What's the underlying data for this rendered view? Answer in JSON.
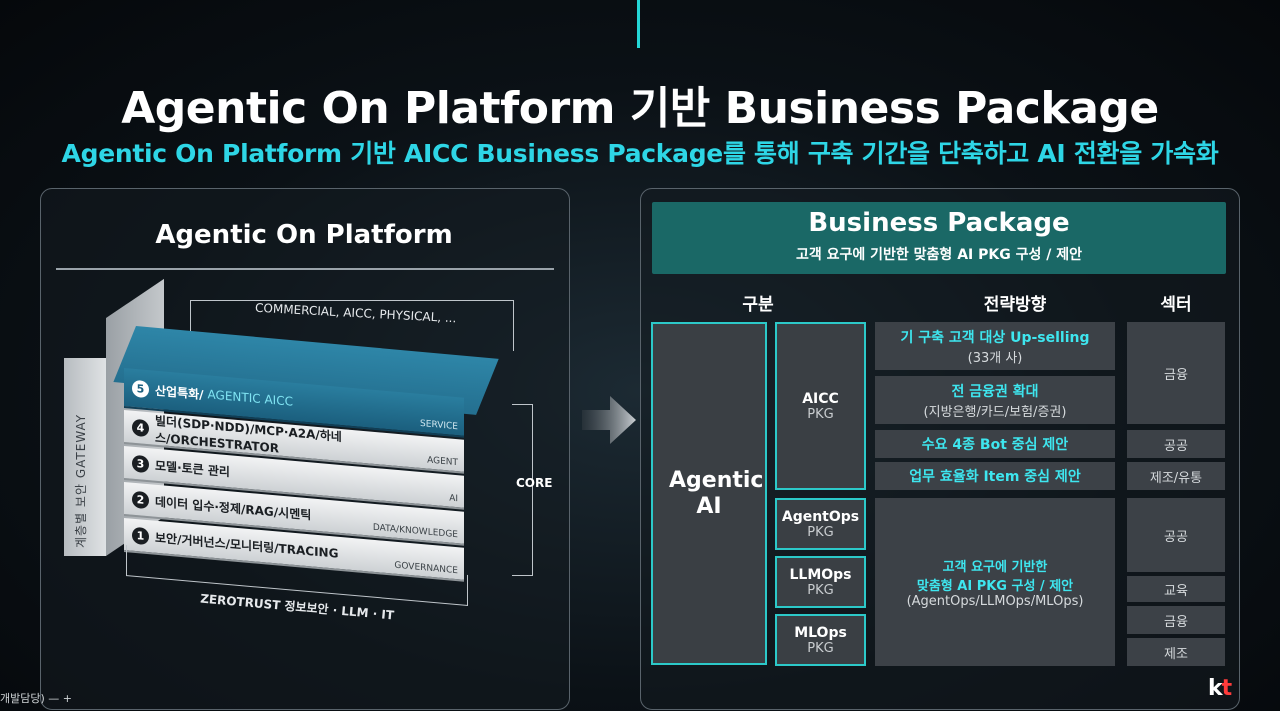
{
  "title": "Agentic On Platform 기반 Business Package",
  "subtitle": "Agentic On Platform 기반 AICC Business Package를 통해 구축 기간을 단축하고 AI 전환을 가속화",
  "left": {
    "title": "Agentic On Platform",
    "gateway": "계층별 보안 GATEWAY",
    "top_label": "COMMERCIAL, AICC, PHYSICAL, ...",
    "core_label": "CORE",
    "bottom_label": "ZEROTRUST 정보보안 · LLM · IT",
    "layers": [
      {
        "num": "5",
        "label": "산업특화/",
        "highlight": "AGENTIC AICC",
        "tag": "SERVICE"
      },
      {
        "num": "4",
        "label": "빌더(SDP·NDD)/MCP·A2A/하네스/ORCHESTRATOR",
        "tag": "AGENT"
      },
      {
        "num": "3",
        "label": "모델·토큰 관리",
        "tag": "AI"
      },
      {
        "num": "2",
        "label": "데이터 입수·정제/RAG/시멘틱",
        "tag": "DATA/KNOWLEDGE"
      },
      {
        "num": "1",
        "label": "보안/거버넌스/모니터링/TRACING",
        "tag": "GOVERNANCE"
      }
    ]
  },
  "right": {
    "header_title": "Business Package",
    "header_sub": "고객 요구에 기반한 맞춤형 AI PKG 구성 / 제안",
    "col_heads": [
      "구분",
      "전략방향",
      "섹터"
    ],
    "agentic_ai": "Agentic AI",
    "pkgs": [
      {
        "name": "AICC",
        "sub": "PKG"
      },
      {
        "name": "AgentOps",
        "sub": "PKG"
      },
      {
        "name": "LLMOps",
        "sub": "PKG"
      },
      {
        "name": "MLOps",
        "sub": "PKG"
      }
    ],
    "strategies": [
      {
        "main": "기 구축 고객 대상 Up-selling",
        "sub": "(33개 사)"
      },
      {
        "main": "전 금융권 확대",
        "sub": "(지방은행/카드/보험/증권)"
      },
      {
        "main": "수요 4종 Bot 중심 제안",
        "sub": ""
      },
      {
        "main": "업무 효율화 Item 중심 제안",
        "sub": ""
      }
    ],
    "big_strategy": {
      "line1": "고객 요구에 기반한",
      "line2": "맞춤형 AI PKG 구성 / 제안",
      "line3": "(AgentOps/LLMOps/MLOps)"
    },
    "sectors": [
      "금융",
      "공공",
      "제조/유통",
      "공공",
      "교육",
      "금융",
      "제조"
    ]
  },
  "footer": {
    "left": "개발담당)  —  +",
    "logo_k": "k",
    "logo_t": "t"
  }
}
